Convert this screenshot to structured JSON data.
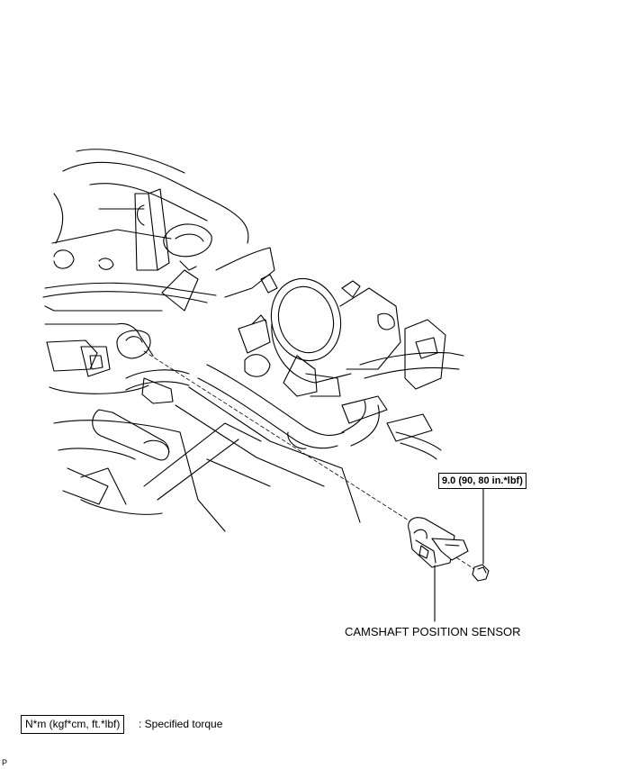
{
  "callouts": {
    "torque_spec": "9.0 (90, 80 in.*lbf)",
    "part_name": "CAMSHAFT POSITION SENSOR"
  },
  "legend": {
    "torque_units": "N*m (kgf*cm, ft.*lbf)",
    "description": ": Specified torque"
  },
  "corner_mark": "P"
}
